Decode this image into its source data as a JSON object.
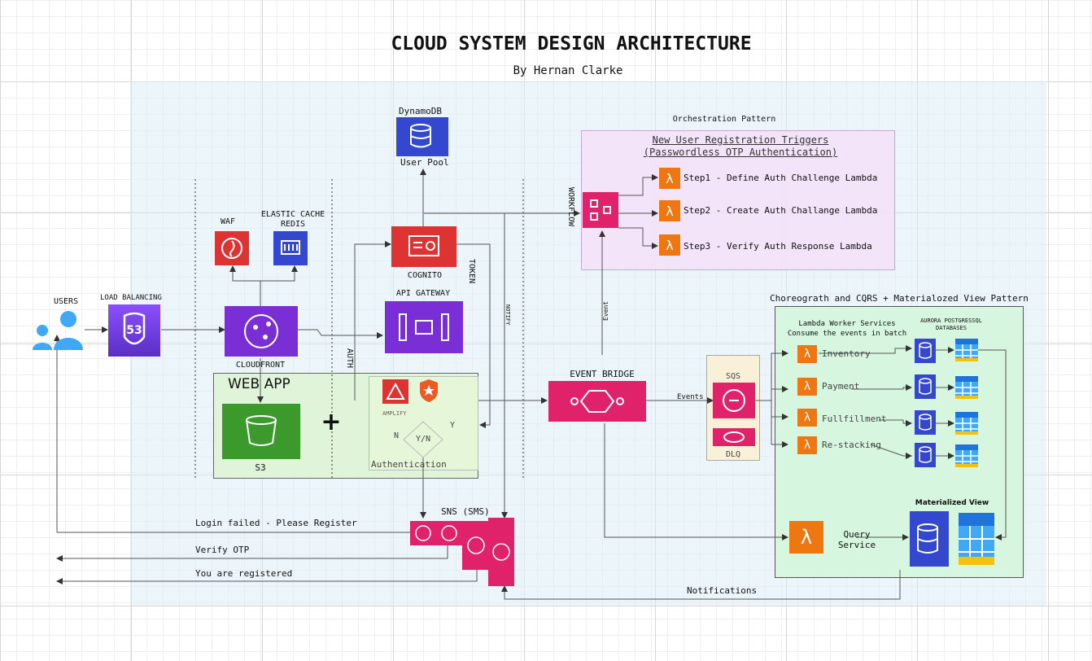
{
  "title": "CLOUD SYSTEM DESIGN ARCHITECTURE",
  "subtitle": "By Hernan Clarke",
  "colors": {
    "aws_blue": "#4050d8",
    "aws_purple": "#7a2fd6",
    "aws_red": "#dd3333",
    "aws_green": "#3c9a2c",
    "aws_pink": "#e0226b",
    "aws_orange": "#ee7711",
    "azure_blue": "#1e74d8",
    "background_region": "#eaf4f8",
    "orchestration_region": "#f4e4f8",
    "choreography_region": "#d8f6e0",
    "webapp_region": "#e2f5dc",
    "sqs_region": "#f8f1d8"
  },
  "components": {
    "users": "USERS",
    "load_balancing": "LOAD BALANCING",
    "route53_badge": "53",
    "waf": "WAF",
    "elastic_cache": "ELASTIC CACHE\nREDIS",
    "cloudfront": "CLOUDFRONT",
    "dynamodb": "DynamoDB",
    "user_pool": "User Pool",
    "cognito": "COGNITO",
    "api_gateway": "API GATEWAY",
    "web_app": "WEB APP",
    "plus": "+",
    "s3": "S3",
    "amplify": "AMPLIFY",
    "decision": "Y/N",
    "decision_yes": "Y",
    "decision_no": "N",
    "authentication": "Authentication",
    "event_bridge": "EVENT BRIDGE",
    "sqs": "SQS",
    "dlq": "DLQ",
    "sns": "SNS (SMS)"
  },
  "edge_labels": {
    "auth": "AUTH",
    "token": "TOKEN",
    "notify": "NOTIFY",
    "workflow": "WORKFLOW",
    "event": "Event",
    "events": "Events",
    "notifications": "Notifications"
  },
  "orchestration": {
    "header": "Orchestration Pattern",
    "title_line1": "New User Registration Triggers",
    "title_line2": "(Passwordless OTP Authentication)",
    "steps": [
      "Step1 - Define Auth Challenge Lambda",
      "Step2 - Create Auth Challange Lambda",
      "Step3 - Verify Auth Response Lambda"
    ]
  },
  "choreography": {
    "header": "Choreograth and CQRS + Materialozed View Pattern",
    "workers_title": "Lambda Worker Services\nConsume the events in batch",
    "db_title": "AURORA POSTGRESSQL\nDATABASES",
    "workers": [
      "Inventory",
      "Payment",
      "Fullfillment",
      "Re-stacking"
    ],
    "materialized_view": "Materialized View",
    "query_service": "Query\nService"
  },
  "messages": [
    "Login failed - Please Register",
    "Verify OTP",
    "You are registered"
  ]
}
